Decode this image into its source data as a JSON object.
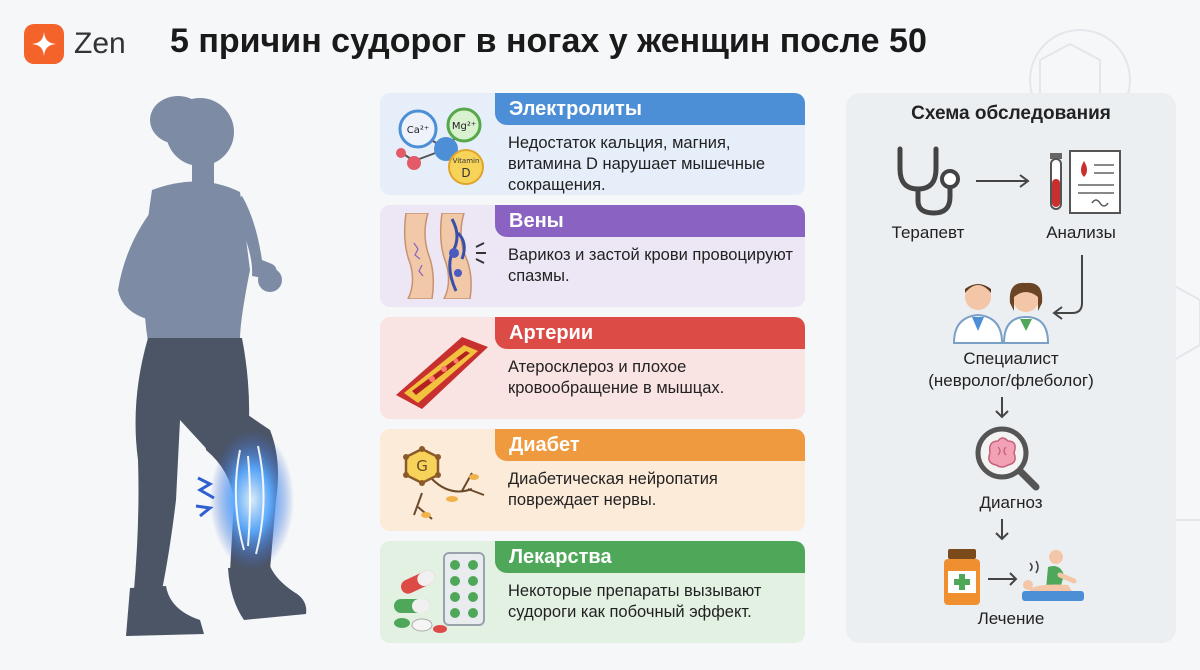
{
  "brand": {
    "name": "Zen",
    "color": "#f4642a"
  },
  "title": "5 причин судорог в ногах у женщин после 50",
  "causes": [
    {
      "title": "Электролиты",
      "text": "Недостаток кальция, магния, витамина D нарушает мышечные сокращения.",
      "color": "#4d8fd6",
      "icon": "electrolytes-icon",
      "badges": {
        "ca": "Ca²⁺",
        "mg": "Mg²⁺",
        "vit": "Vitamin",
        "d": "D"
      }
    },
    {
      "title": "Вены",
      "text": "Варикоз и застой крови провоцируют спазмы.",
      "color": "#8a63c2",
      "icon": "veins-icon"
    },
    {
      "title": "Артерии",
      "text": "Атеросклероз и плохое кровообращение в мышцах.",
      "color": "#dd4b47",
      "icon": "artery-icon"
    },
    {
      "title": "Диабет",
      "text": "Диабетическая нейропатия повреждает нервы.",
      "color": "#ef9a3f",
      "icon": "glucose-neuron-icon",
      "badge": "G"
    },
    {
      "title": "Лекарства",
      "text": "Некоторые препараты вызывают судороги как побочный эффект.",
      "color": "#4fa85a",
      "icon": "pills-icon"
    }
  ],
  "scheme": {
    "title": "Схема обследования",
    "steps": {
      "therapist": "Терапевт",
      "tests": "Анализы",
      "specialist": "Специалист",
      "specialist_sub": "(невролог/флеболог)",
      "diagnosis": "Диагноз",
      "treatment": "Лечение"
    }
  }
}
